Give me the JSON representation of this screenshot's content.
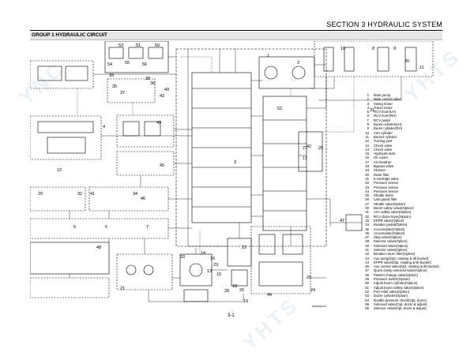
{
  "header": {
    "section_title": "SECTION  3  HYDRAULIC SYSTEM"
  },
  "group": {
    "title": "GROUP  1  HYDRAULIC CIRCUIT"
  },
  "watermarks": [
    "YNC",
    "YHTS",
    "YHTS"
  ],
  "callouts": [
    "1",
    "2",
    "3",
    "4",
    "5",
    "6",
    "7",
    "8",
    "9",
    "10",
    "11",
    "12",
    "13",
    "14",
    "15",
    "16",
    "17",
    "18",
    "19",
    "20",
    "21",
    "22",
    "23",
    "24",
    "25",
    "26",
    "27",
    "28",
    "29",
    "30",
    "31",
    "32",
    "33",
    "34",
    "35",
    "36",
    "37",
    "38",
    "39",
    "40",
    "41",
    "42",
    "43",
    "44",
    "45",
    "46",
    "47",
    "48",
    "49",
    "50",
    "51",
    "52",
    "53",
    "54",
    "55",
    "56"
  ],
  "legend": [
    {
      "num": "1",
      "label": "Main pump"
    },
    {
      "num": "2",
      "label": "Main control valve"
    },
    {
      "num": "3",
      "label": "Swing motor"
    },
    {
      "num": "4",
      "label": "Travel motor"
    },
    {
      "num": "5",
      "label": "RCV lever(LH)"
    },
    {
      "num": "6",
      "label": "RCV lever(RH)"
    },
    {
      "num": "7",
      "label": "RCV pedal"
    },
    {
      "num": "8",
      "label": "Boom cylinder(LH)"
    },
    {
      "num": "9",
      "label": "Boom cylinder(RH)"
    },
    {
      "num": "10",
      "label": "Arm cylinder"
    },
    {
      "num": "11",
      "label": "Bucket cylinder"
    },
    {
      "num": "12",
      "label": "Turning joint"
    },
    {
      "num": "13",
      "label": "Check valve"
    },
    {
      "num": "14",
      "label": "Check valve"
    },
    {
      "num": "15",
      "label": "Hydraulic tank"
    },
    {
      "num": "16",
      "label": "Oil cooler"
    },
    {
      "num": "17",
      "label": "Air breather"
    },
    {
      "num": "18",
      "label": "Bypass valve"
    },
    {
      "num": "19",
      "label": "Strainer"
    },
    {
      "num": "20",
      "label": "Drain filter"
    },
    {
      "num": "21",
      "label": "5-cartridge valve"
    },
    {
      "num": "22",
      "label": "Pressure sensor"
    },
    {
      "num": "23",
      "label": "Pressure sensor"
    },
    {
      "num": "24",
      "label": "Pressure sensor"
    },
    {
      "num": "25",
      "label": "Shuttle block"
    },
    {
      "num": "26",
      "label": "Last guard filter"
    },
    {
      "num": "27",
      "label": "Shuttle valve(Option)"
    },
    {
      "num": "30",
      "label": "Boom safety valve(Option)"
    },
    {
      "num": "31",
      "label": "Arm safety valve(Option)"
    },
    {
      "num": "32",
      "label": "RCV dozer lever(Option)"
    },
    {
      "num": "33",
      "label": "EPPR valve(Option)"
    },
    {
      "num": "34",
      "label": "Breaker pedal(Option)"
    },
    {
      "num": "35",
      "label": "Accumulator(Option)"
    },
    {
      "num": "36",
      "label": "Accumulator(Option)"
    },
    {
      "num": "37",
      "label": "Stop valve(Option)"
    },
    {
      "num": "38",
      "label": "Selector valve(Option)"
    },
    {
      "num": "40",
      "label": "Solenoid valve(Option)"
    },
    {
      "num": "41",
      "label": "Selector valve(Option)"
    },
    {
      "num": "42",
      "label": "Breaker return filter(Option)"
    },
    {
      "num": "43",
      "label": "Aux pump(Opt, rotating & tilt bucket)"
    },
    {
      "num": "44",
      "label": "EPPR valve(Opt, rotating & tilt bucket)"
    },
    {
      "num": "45",
      "label": "Aux control valve(Opt, rotating & tilt bucket)"
    },
    {
      "num": "47",
      "label": "Quick clamp solenoid valve(Option)"
    },
    {
      "num": "48",
      "label": "Pattern change valve(Option)"
    },
    {
      "num": "49",
      "label": "Pressure switch(Option)"
    },
    {
      "num": "50",
      "label": "Adjust boom cylinder(Option)"
    },
    {
      "num": "51",
      "label": "Adjust boom safety valve(Option)"
    },
    {
      "num": "52",
      "label": "Port relief valve(Option)"
    },
    {
      "num": "53",
      "label": "Dozer cylinder(Option)"
    },
    {
      "num": "54",
      "label": "Double pressure check(Opt, dozer)"
    },
    {
      "num": "55",
      "label": "Solenoid valve(Opt, dozer & adjust)"
    },
    {
      "num": "56",
      "label": "Selector valve(Opt, dozer & adjust)"
    }
  ],
  "footer": {
    "page_number": "3-1",
    "drawing_number": "R60W9HC15"
  }
}
